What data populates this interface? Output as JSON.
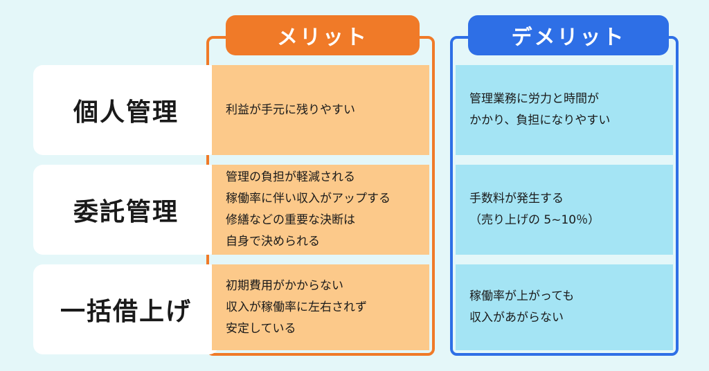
{
  "columns": {
    "merit": {
      "label": "メリット",
      "color": "#f07a28"
    },
    "demerit": {
      "label": "デメリット",
      "color": "#2e6fe6"
    }
  },
  "rows": [
    {
      "label": "個人管理",
      "merit": [
        "利益が手元に残りやすい"
      ],
      "demerit": [
        "管理業務に労力と時間が",
        "かかり、負担になりやすい"
      ]
    },
    {
      "label": "委託管理",
      "merit": [
        "管理の負担が軽減される",
        "稼働率に伴い収入がアップする",
        "修繕などの重要な決断は",
        "自身で決められる"
      ],
      "demerit": [
        "手数料が発生する",
        "（売り上げの 5~10％）"
      ]
    },
    {
      "label": "一括借上げ",
      "merit": [
        "初期費用がかからない",
        "収入が稼働率に左右されず",
        "安定している"
      ],
      "demerit": [
        "稼働率が上がっても",
        "収入があがらない"
      ]
    }
  ],
  "colors": {
    "background": "#e4f7f9",
    "merit_cell": "#fcc98a",
    "demerit_cell": "#a4e4f4",
    "row_label_bg": "#ffffff"
  }
}
